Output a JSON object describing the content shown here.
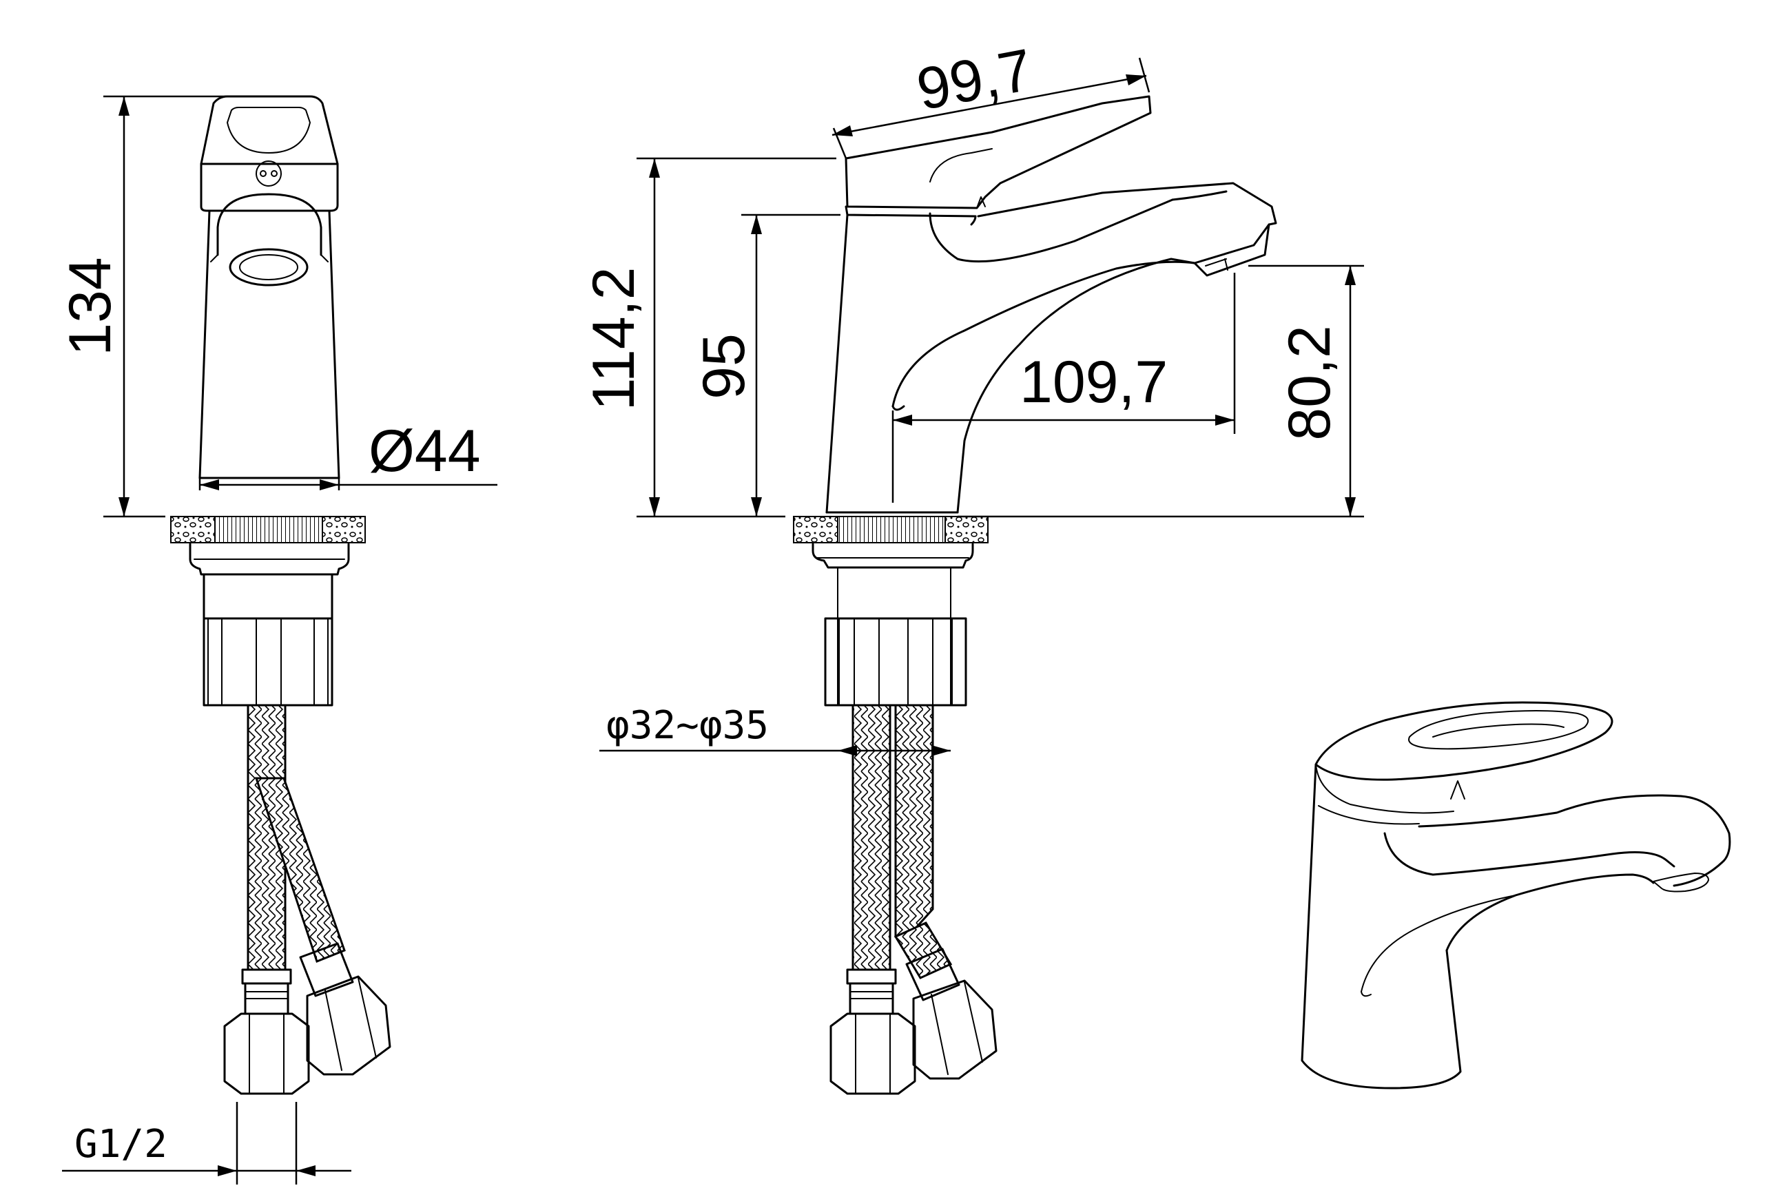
{
  "dimensions": {
    "front_height": "134",
    "front_diameter": "Ø44",
    "side_lever_length": "99,7",
    "side_total_height": "114,2",
    "side_body_height": "95",
    "side_spout_reach": "109,7",
    "side_spout_height": "80,2",
    "mount_hole": "φ32~φ35",
    "thread": "G1/2"
  }
}
